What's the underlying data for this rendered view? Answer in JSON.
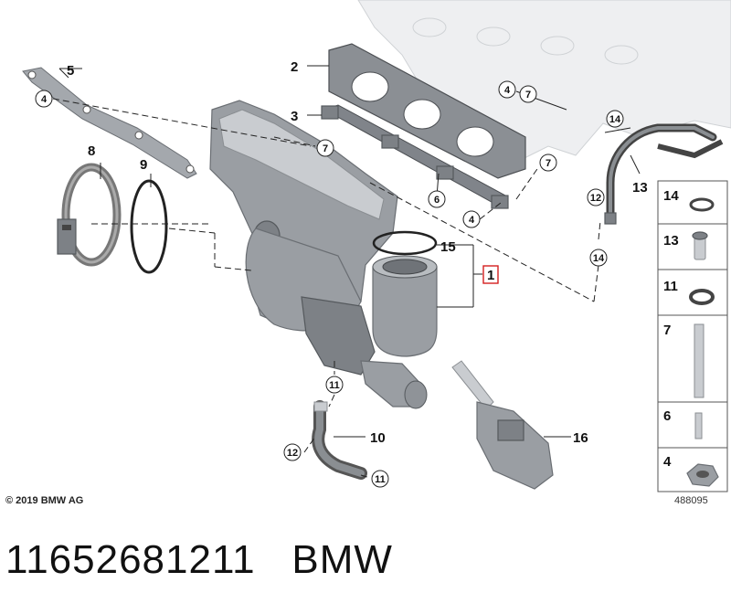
{
  "callouts": {
    "c1": "1",
    "c2": "2",
    "c3": "3",
    "c4a": "4",
    "c4b": "4",
    "c4c": "4",
    "c5": "5",
    "c6": "6",
    "c7a": "7",
    "c7b": "7",
    "c7c": "7",
    "c8": "8",
    "c9": "9",
    "c10": "10",
    "c11a": "11",
    "c11b": "11",
    "c12a": "12",
    "c12b": "12",
    "c13": "13",
    "c14a": "14",
    "c14b": "14",
    "c15": "15",
    "c16": "16"
  },
  "legend_panel": {
    "items": [
      "14",
      "13",
      "11",
      "7",
      "6",
      "4"
    ]
  },
  "footer": {
    "copyright": "© 2019 BMW AG",
    "diagram_ref": "488095"
  },
  "caption": {
    "part_number": "11652681211",
    "brand": "BMW"
  }
}
